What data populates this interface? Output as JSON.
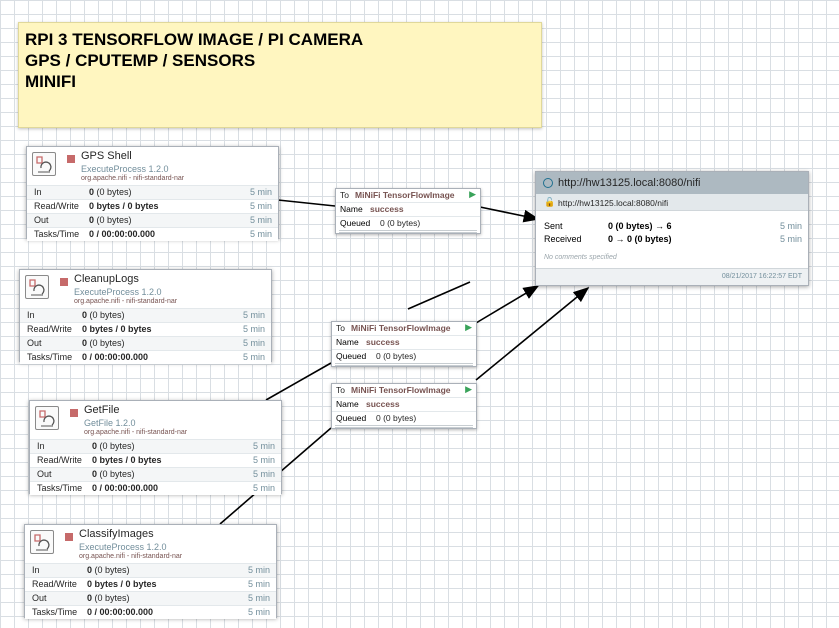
{
  "label": {
    "lines": [
      "RPI 3 TENSORFLOW IMAGE / PI CAMERA",
      "GPS / CPUTEMP / SENSORS",
      "MINIFI"
    ],
    "color": "#fff6c0"
  },
  "processors": [
    {
      "name": "GPS Shell",
      "type": "ExecuteProcess 1.2.0",
      "bundle": "org.apache.nifi - nifi-standard-nar",
      "stats": [
        {
          "label": "In",
          "value": "0",
          "suffix": " (0 bytes)",
          "time": "5 min"
        },
        {
          "label": "Read/Write",
          "value": "0 bytes / 0 bytes",
          "suffix": "",
          "time": "5 min"
        },
        {
          "label": "Out",
          "value": "0",
          "suffix": " (0 bytes)",
          "time": "5 min"
        },
        {
          "label": "Tasks/Time",
          "value": "0 / 00:00:00.000",
          "suffix": "",
          "time": "5 min"
        }
      ]
    },
    {
      "name": "CleanupLogs",
      "type": "ExecuteProcess 1.2.0",
      "bundle": "org.apache.nifi - nifi-standard-nar",
      "stats": [
        {
          "label": "In",
          "value": "0",
          "suffix": " (0 bytes)",
          "time": "5 min"
        },
        {
          "label": "Read/Write",
          "value": "0 bytes / 0 bytes",
          "suffix": "",
          "time": "5 min"
        },
        {
          "label": "Out",
          "value": "0",
          "suffix": " (0 bytes)",
          "time": "5 min"
        },
        {
          "label": "Tasks/Time",
          "value": "0 / 00:00:00.000",
          "suffix": "",
          "time": "5 min"
        }
      ]
    },
    {
      "name": "GetFile",
      "type": "GetFile 1.2.0",
      "bundle": "org.apache.nifi - nifi-standard-nar",
      "stats": [
        {
          "label": "In",
          "value": "0",
          "suffix": " (0 bytes)",
          "time": "5 min"
        },
        {
          "label": "Read/Write",
          "value": "0 bytes / 0 bytes",
          "suffix": "",
          "time": "5 min"
        },
        {
          "label": "Out",
          "value": "0",
          "suffix": " (0 bytes)",
          "time": "5 min"
        },
        {
          "label": "Tasks/Time",
          "value": "0 / 00:00:00.000",
          "suffix": "",
          "time": "5 min"
        }
      ]
    },
    {
      "name": "ClassifyImages",
      "type": "ExecuteProcess 1.2.0",
      "bundle": "org.apache.nifi - nifi-standard-nar",
      "stats": [
        {
          "label": "In",
          "value": "0",
          "suffix": " (0 bytes)",
          "time": "5 min"
        },
        {
          "label": "Read/Write",
          "value": "0 bytes / 0 bytes",
          "suffix": "",
          "time": "5 min"
        },
        {
          "label": "Out",
          "value": "0",
          "suffix": " (0 bytes)",
          "time": "5 min"
        },
        {
          "label": "Tasks/Time",
          "value": "0 / 00:00:00.000",
          "suffix": "",
          "time": "5 min"
        }
      ]
    }
  ],
  "connections": [
    {
      "to_label": "To",
      "destination": "MiNiFi TensorFlowImage",
      "name_label": "Name",
      "name": "success",
      "queued_label": "Queued",
      "queued": "0 (0 bytes)"
    },
    {
      "to_label": "To",
      "destination": "MiNiFi TensorFlowImage",
      "name_label": "Name",
      "name": "success",
      "queued_label": "Queued",
      "queued": "0 (0 bytes)"
    },
    {
      "to_label": "To",
      "destination": "MiNiFi TensorFlowImage",
      "name_label": "Name",
      "name": "success",
      "queued_label": "Queued",
      "queued": "0 (0 bytes)"
    }
  ],
  "remote_group": {
    "title": "http://hw13125.local:8080/nifi",
    "url": "http://hw13125.local:8080/nifi",
    "sent_label": "Sent",
    "sent": "0 (0 bytes) → 6",
    "sent_time": "5 min",
    "received_label": "Received",
    "received": "0 → 0 (0 bytes)",
    "received_time": "5 min",
    "comments": "No comments specified",
    "date": "08/21/2017 16:22:57 EDT"
  },
  "icons": {
    "processor": "processor-icon",
    "stopped": "stop-icon",
    "play": "play-icon",
    "globe": "globe-icon",
    "lock": "unlock-icon"
  }
}
